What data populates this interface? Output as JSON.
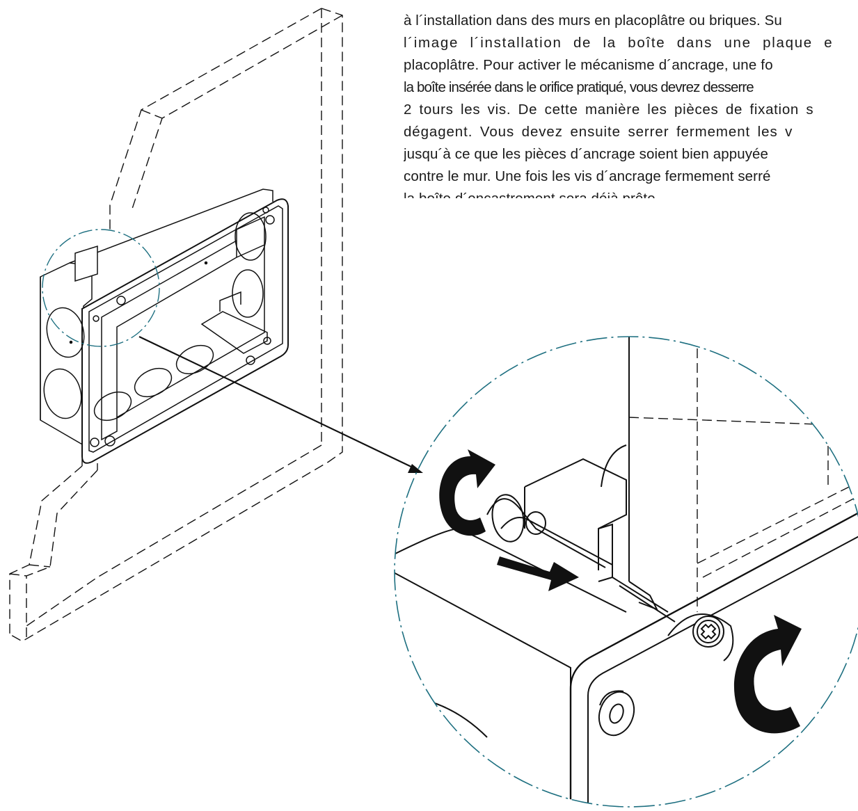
{
  "instructions": {
    "lines": [
      "à l´installation dans des murs en placoplâtre ou briques. Su",
      "l´image l´installation de la boîte dans une plaque e",
      "placoplâtre. Pour activer le mécanisme d´ancrage, une fo",
      "la boîte insérée dans le orifice pratiqué, vous devrez desserre",
      "2 tours les vis. De cette manière les pièces de fixation s",
      "dégagent. Vous devez ensuite serrer fermement les v",
      "jusqu´à ce que les pièces d´ancrage soient bien appuyée",
      "contre le mur. Une fois les vis d´ancrage fermement serré",
      "la boîte d´encastrement sera déjà prête."
    ]
  },
  "colors": {
    "line": "#111111",
    "callout_circle": "#1d6f80",
    "text": "#1a1a1a"
  }
}
